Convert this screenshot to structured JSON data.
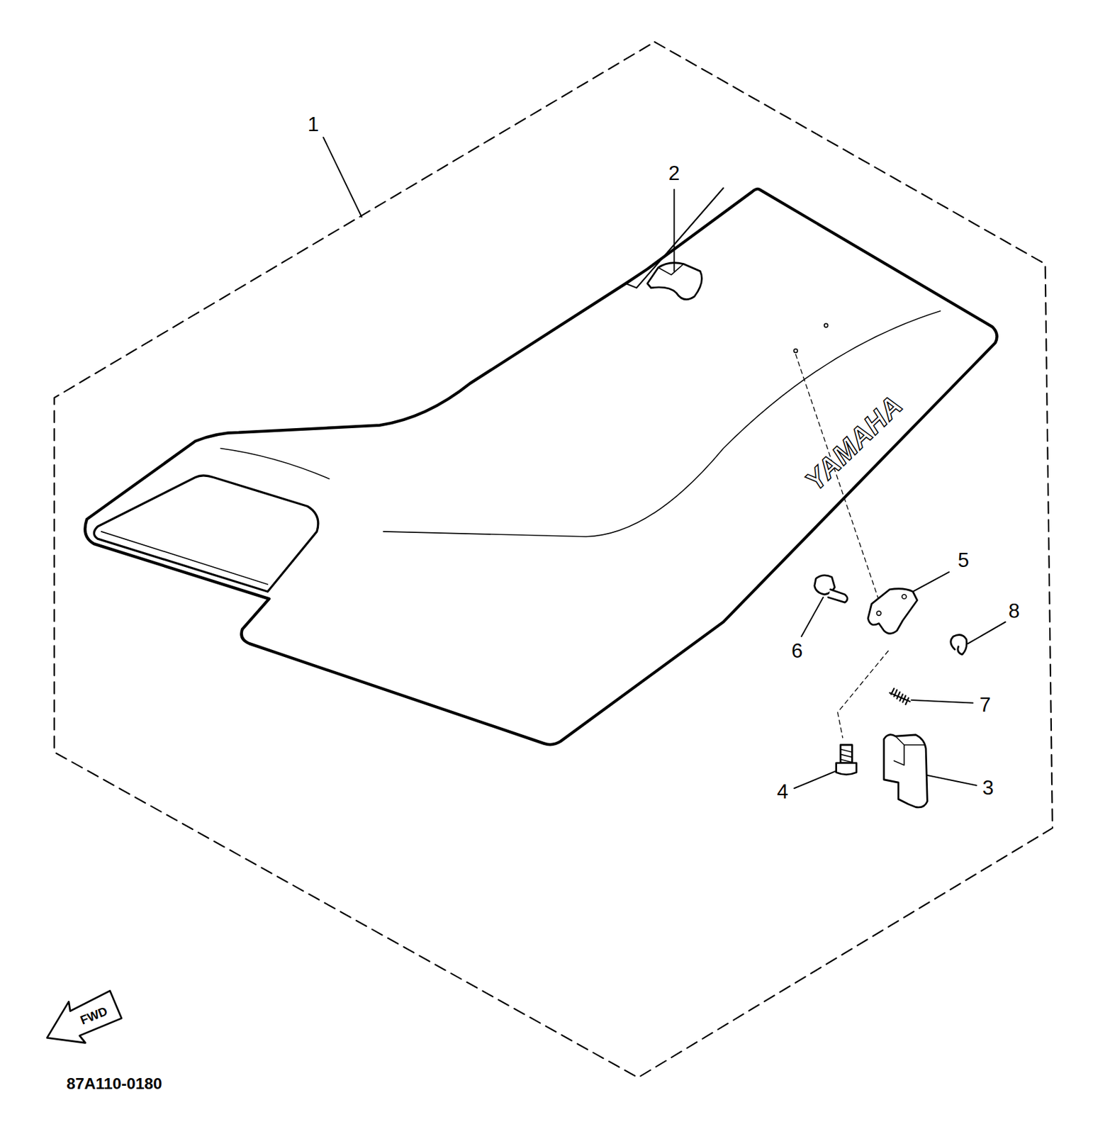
{
  "diagram": {
    "labels": [
      "1",
      "2",
      "3",
      "4",
      "5",
      "6",
      "7",
      "8",
      "YAMAHA",
      "FWD",
      "87A110-0180"
    ]
  }
}
